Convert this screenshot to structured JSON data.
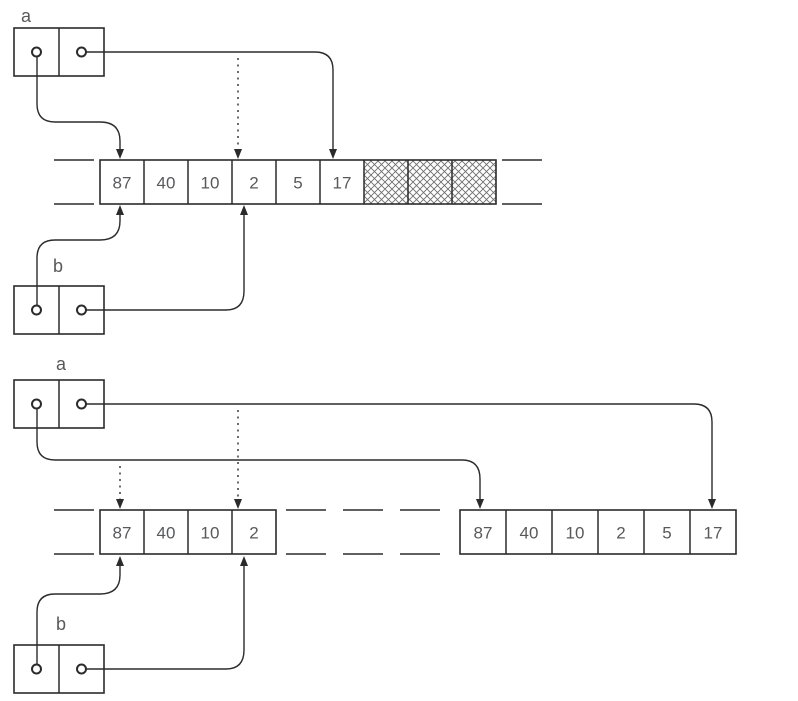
{
  "colors": {
    "line": "#2b2b2b",
    "text": "#58595b",
    "hatch": "#6e6e6e",
    "background": "#ffffff"
  },
  "top": {
    "label_a": "a",
    "label_b": "b",
    "array": {
      "values": [
        "87",
        "40",
        "10",
        "2",
        "5",
        "17"
      ],
      "hatched_cell_count": 3
    }
  },
  "bottom": {
    "label_a": "a",
    "label_b": "b",
    "left_array": {
      "values": [
        "87",
        "40",
        "10",
        "2"
      ]
    },
    "right_array": {
      "values": [
        "87",
        "40",
        "10",
        "2",
        "5",
        "17"
      ]
    }
  }
}
